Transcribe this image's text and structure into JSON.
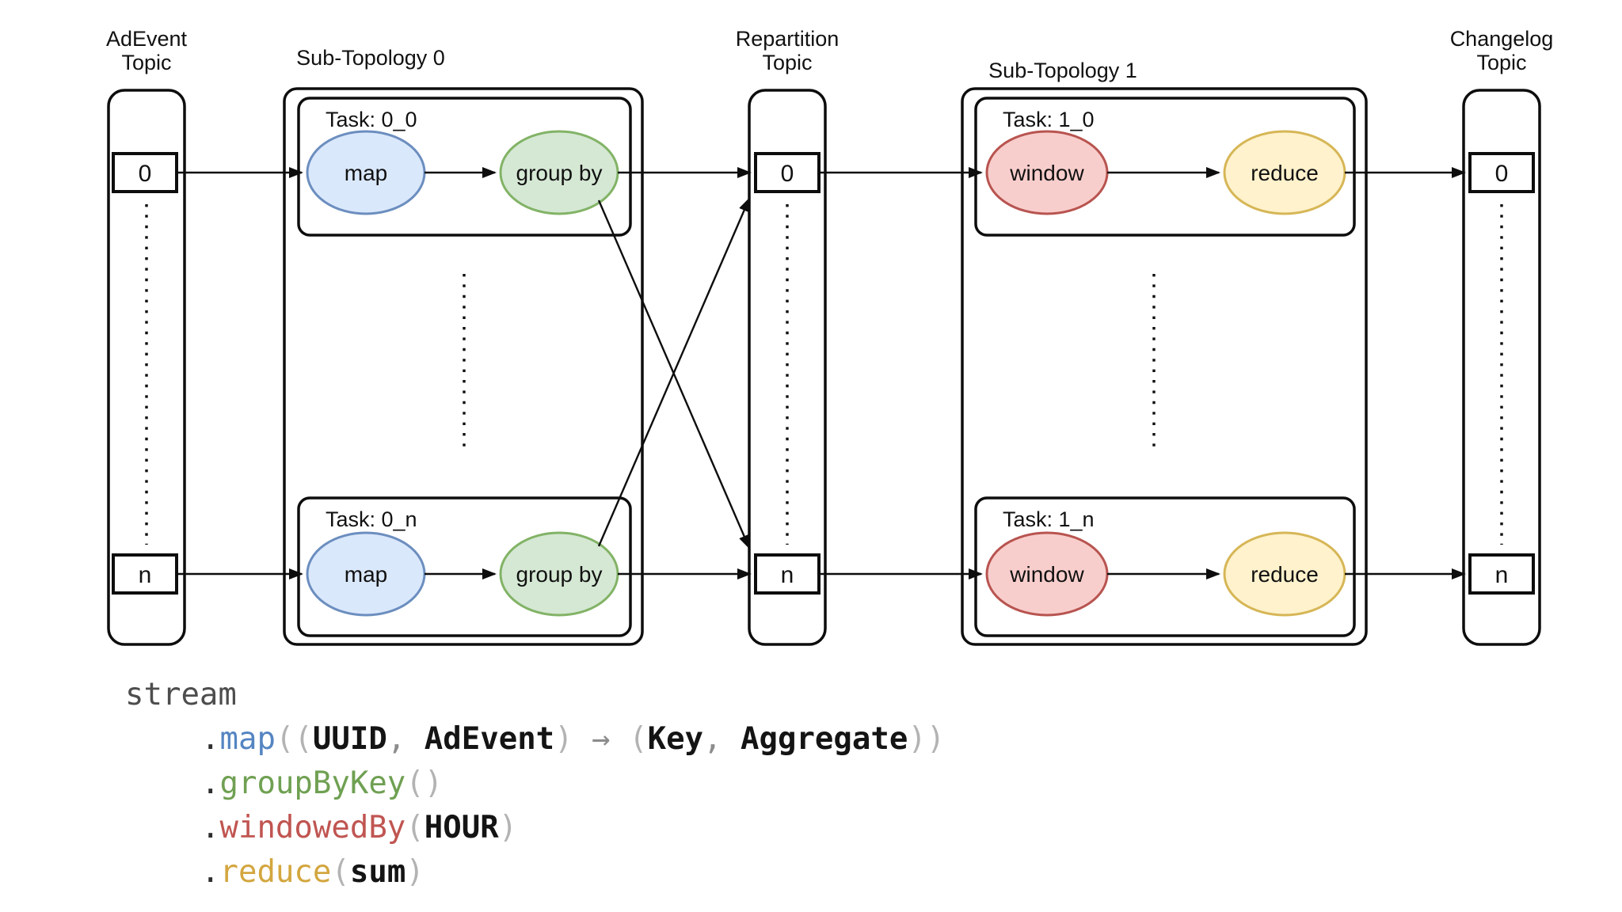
{
  "diagram": {
    "topics": {
      "adevent": {
        "label_line1": "AdEvent",
        "label_line2": "Topic",
        "partitions": [
          "0",
          "n"
        ]
      },
      "repartition": {
        "label_line1": "Repartition",
        "label_line2": "Topic",
        "partitions": [
          "0",
          "n"
        ]
      },
      "changelog": {
        "label_line1": "Changelog",
        "label_line2": "Topic",
        "partitions": [
          "0",
          "n"
        ]
      }
    },
    "subtopologies": [
      {
        "label": "Sub-Topology 0",
        "tasks": [
          {
            "label": "Task: 0_0",
            "nodes": [
              "map",
              "group by"
            ]
          },
          {
            "label": "Task: 0_n",
            "nodes": [
              "map",
              "group by"
            ]
          }
        ]
      },
      {
        "label": "Sub-Topology 1",
        "tasks": [
          {
            "label": "Task: 1_0",
            "nodes": [
              "window",
              "reduce"
            ]
          },
          {
            "label": "Task: 1_n",
            "nodes": [
              "window",
              "reduce"
            ]
          }
        ]
      }
    ]
  },
  "code": {
    "lines": [
      {
        "indent": 0,
        "tokens": [
          {
            "t": "stream",
            "c": "dim"
          }
        ]
      },
      {
        "indent": 1,
        "tokens": [
          {
            "t": ".",
            "c": "dot"
          },
          {
            "t": "map",
            "c": "blue"
          },
          {
            "t": "((",
            "c": "paren"
          },
          {
            "t": "UUID",
            "c": "plain"
          },
          {
            "t": ", ",
            "c": "op"
          },
          {
            "t": "AdEvent",
            "c": "plain"
          },
          {
            "t": ")",
            "c": "paren"
          },
          {
            "t": " → ",
            "c": "op"
          },
          {
            "t": "(",
            "c": "paren"
          },
          {
            "t": "Key",
            "c": "plain"
          },
          {
            "t": ", ",
            "c": "op"
          },
          {
            "t": "Aggregate",
            "c": "plain"
          },
          {
            "t": "))",
            "c": "paren"
          }
        ]
      },
      {
        "indent": 1,
        "tokens": [
          {
            "t": ".",
            "c": "dot"
          },
          {
            "t": "groupByKey",
            "c": "green"
          },
          {
            "t": "()",
            "c": "paren"
          }
        ]
      },
      {
        "indent": 1,
        "tokens": [
          {
            "t": ".",
            "c": "dot"
          },
          {
            "t": "windowedBy",
            "c": "red"
          },
          {
            "t": "(",
            "c": "paren"
          },
          {
            "t": "HOUR",
            "c": "plain"
          },
          {
            "t": ")",
            "c": "paren"
          }
        ]
      },
      {
        "indent": 1,
        "tokens": [
          {
            "t": ".",
            "c": "dot"
          },
          {
            "t": "reduce",
            "c": "yellow"
          },
          {
            "t": "(",
            "c": "paren"
          },
          {
            "t": "sum",
            "c": "plain"
          },
          {
            "t": ")",
            "c": "paren"
          }
        ]
      }
    ]
  },
  "colors": {
    "background": "#ffffff",
    "line": "#0d0d0d",
    "node_map_fill": "#dae8fc",
    "node_map_stroke": "#6c8ebf",
    "node_groupby_fill": "#d5e8d4",
    "node_groupby_stroke": "#82b366",
    "node_window_fill": "#f8cecc",
    "node_window_stroke": "#b85450",
    "node_reduce_fill": "#fff2cc",
    "node_reduce_stroke": "#d6b656",
    "code_stream": "#4d4d4d",
    "code_dot": "#2e2e2e",
    "code_map": "#5585c2",
    "code_groupbykey": "#6fa052",
    "code_windowedby": "#c05551",
    "code_reduce": "#d3a63f",
    "code_plain": "#141414",
    "code_paren": "#b3b3b3",
    "code_operator": "#8c8c8c"
  }
}
